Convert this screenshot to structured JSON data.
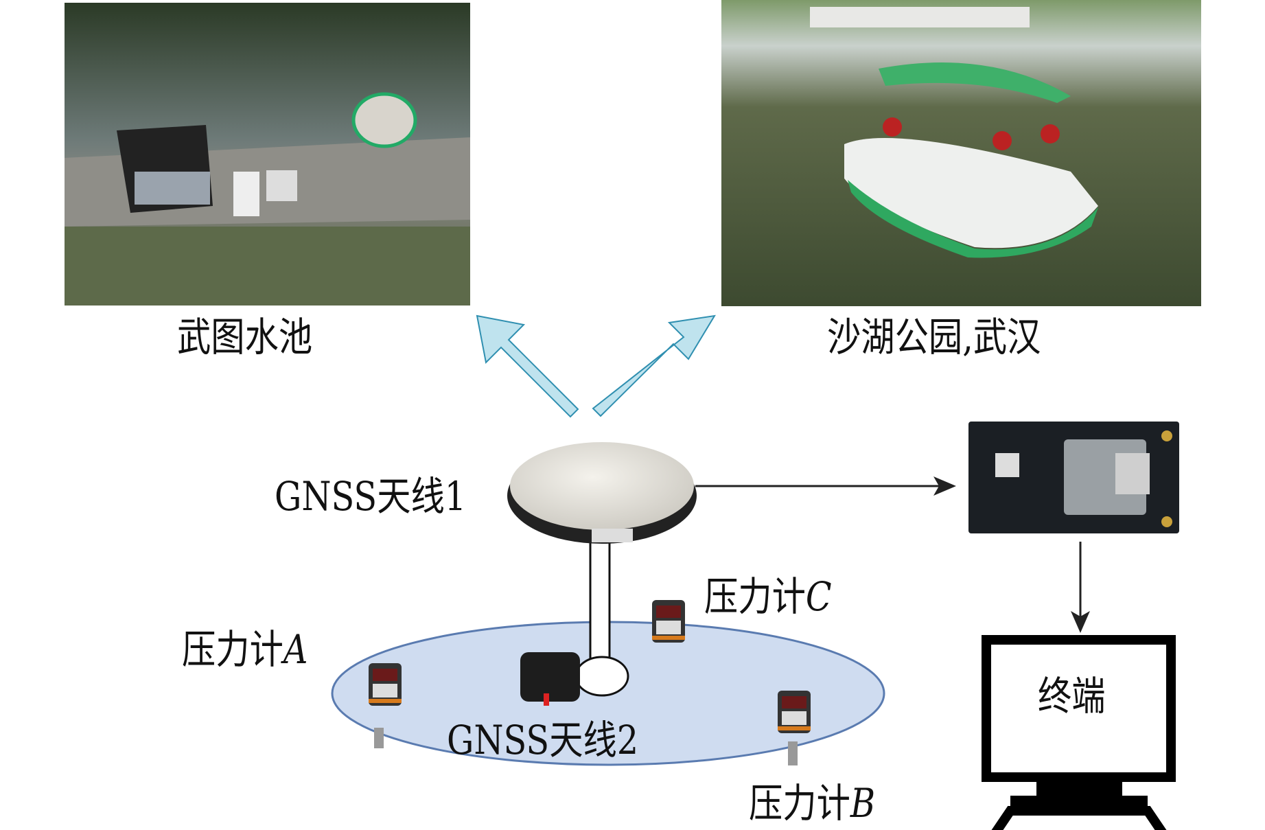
{
  "photos": {
    "left_caption": "武图水池",
    "right_caption": "沙湖公园,武汉"
  },
  "labels": {
    "antenna1": "GNSS天线1",
    "antenna2": "GNSS天线2",
    "gauge_prefix": "压力计",
    "gauge_a": "A",
    "gauge_b": "B",
    "gauge_c": "C",
    "terminal": "终端"
  },
  "colors": {
    "arrow_fill": "#bfe3ee",
    "arrow_stroke": "#2f8fb0",
    "platform_fill": "#cfdcf0",
    "platform_stroke": "#5a7bb0"
  }
}
